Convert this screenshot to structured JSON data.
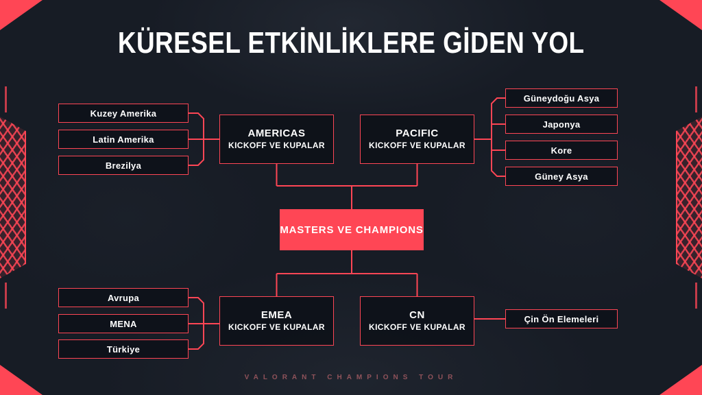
{
  "title": "KÜRESEL ETKİNLİKLERE GİDEN YOL",
  "footer": "VALORANT CHAMPIONS TOUR",
  "center_box": "MASTERS VE CHAMPIONS",
  "colors": {
    "accent": "#ff4655",
    "background": "#171c25",
    "box_fill": "#0c1017",
    "text": "#ffffff"
  },
  "groups": {
    "americas": {
      "name": "AMERICAS",
      "subtitle": "KICKOFF VE KUPALAR",
      "regions": [
        "Kuzey Amerika",
        "Latin Amerika",
        "Brezilya"
      ]
    },
    "pacific": {
      "name": "PACIFIC",
      "subtitle": "KICKOFF VE KUPALAR",
      "regions": [
        "Güneydoğu Asya",
        "Japonya",
        "Kore",
        "Güney Asya"
      ]
    },
    "emea": {
      "name": "EMEA",
      "subtitle": "KICKOFF VE KUPALAR",
      "regions": [
        "Avrupa",
        "MENA",
        "Türkiye"
      ]
    },
    "cn": {
      "name": "CN",
      "subtitle": "KICKOFF VE KUPALAR",
      "regions": [
        "Çin Ön Elemeleri"
      ]
    }
  }
}
